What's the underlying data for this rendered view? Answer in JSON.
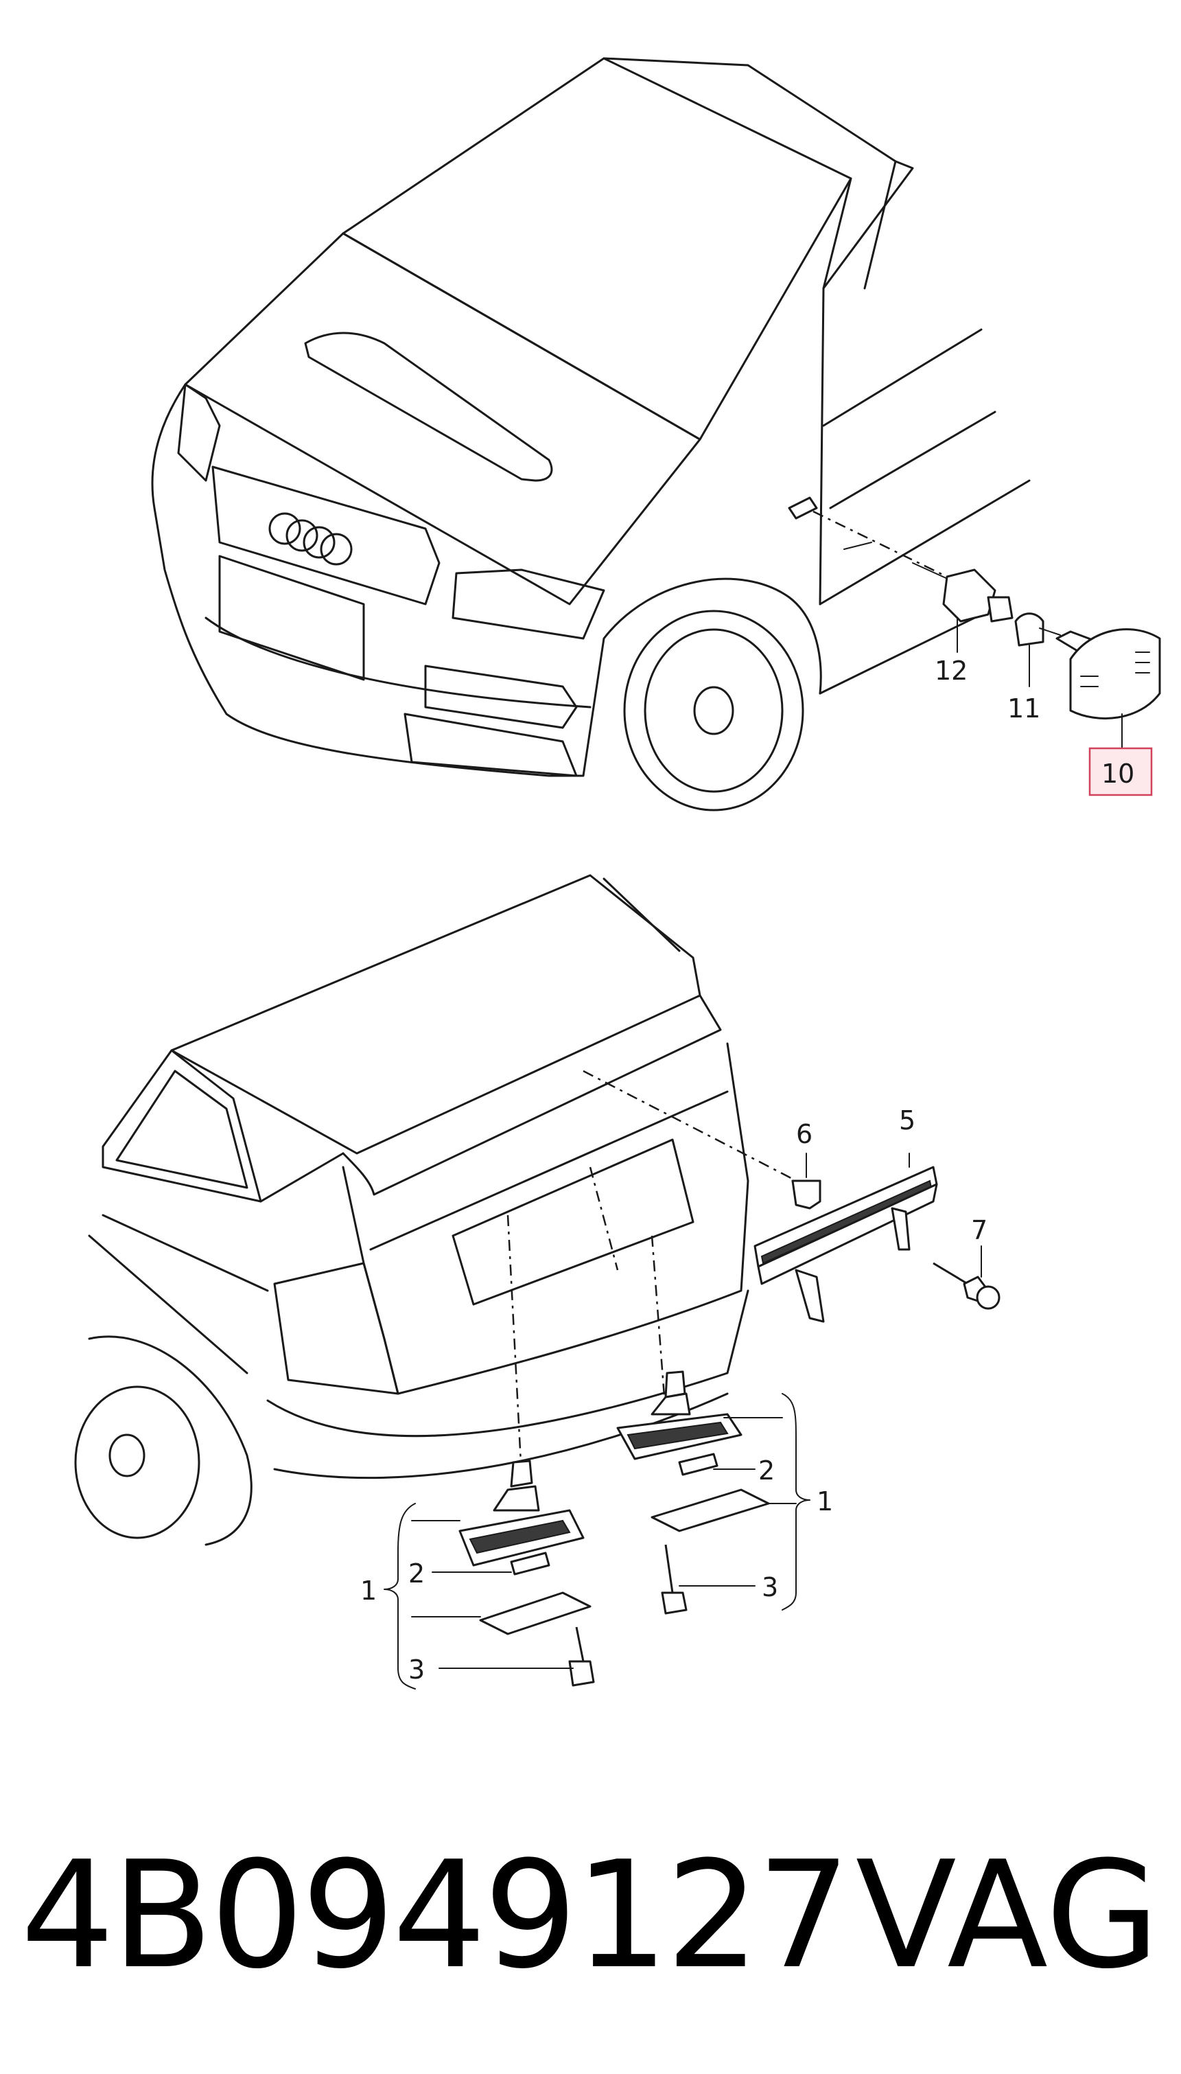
{
  "callouts": {
    "front": [
      {
        "id": "c12",
        "label": "12"
      },
      {
        "id": "c11",
        "label": "11"
      },
      {
        "id": "c10",
        "label": "10",
        "highlighted": true
      }
    ],
    "rear": [
      {
        "id": "c6",
        "label": "6"
      },
      {
        "id": "c5",
        "label": "5"
      },
      {
        "id": "c7",
        "label": "7"
      },
      {
        "id": "c2r",
        "label": "2"
      },
      {
        "id": "c1r",
        "label": "1"
      },
      {
        "id": "c3r",
        "label": "3"
      },
      {
        "id": "c2l",
        "label": "2"
      },
      {
        "id": "c1l",
        "label": "1"
      },
      {
        "id": "c3l",
        "label": "3"
      }
    ]
  },
  "footer": {
    "part_number": "4B0949127",
    "brand": "VAG"
  },
  "colors": {
    "highlight_fill": "#fde8ec",
    "highlight_stroke": "#d0435b",
    "line": "#1a1a1a"
  }
}
